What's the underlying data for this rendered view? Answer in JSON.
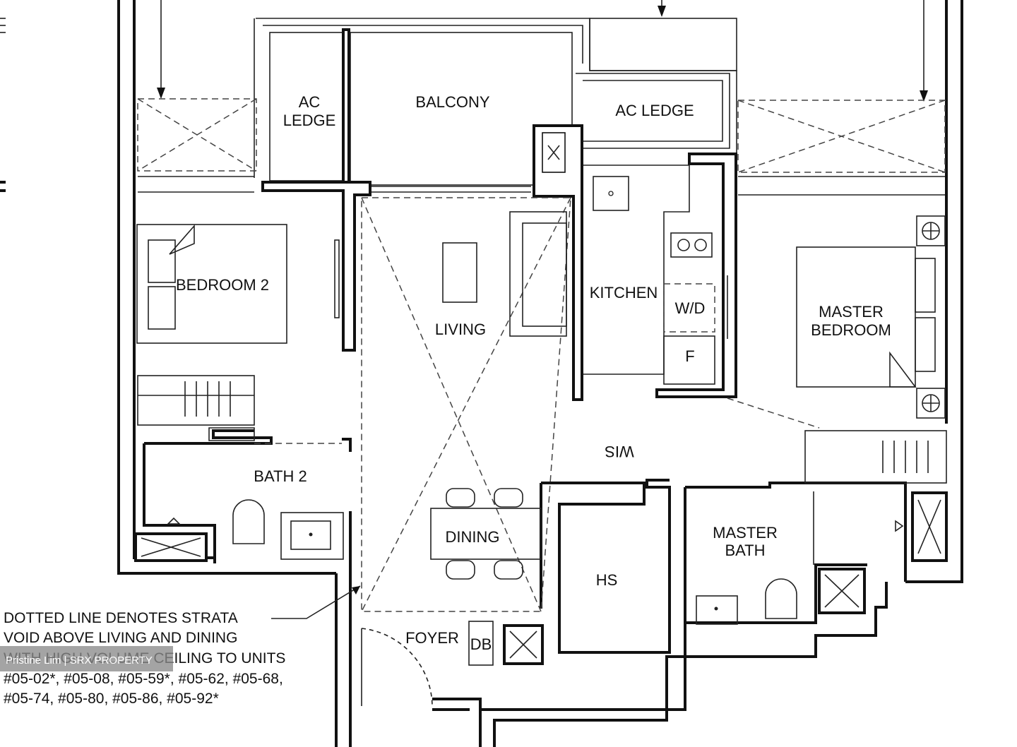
{
  "rooms": {
    "ac_ledge_left_line1": "AC",
    "ac_ledge_left_line2": "LEDGE",
    "balcony": "BALCONY",
    "ac_ledge_right": "AC LEDGE",
    "bedroom_2": "BEDROOM 2",
    "living": "LIVING",
    "kitchen": "KITCHEN",
    "wd": "W/D",
    "fridge": "F",
    "master_bedroom_line1": "MASTER",
    "master_bedroom_line2": "BEDROOM",
    "wis": "WIS",
    "bath_2": "BATH 2",
    "dining": "DINING",
    "hs": "HS",
    "master_bath_line1": "MASTER",
    "master_bath_line2": "BATH",
    "foyer": "FOYER",
    "db": "DB"
  },
  "note": {
    "line1": "DOTTED LINE DENOTES STRATA",
    "line2": "VOID ABOVE LIVING AND DINING",
    "line3": "WITH HIGH VOLUME CEILING TO UNITS",
    "line4": "#05-02*, #05-08, #05-59*, #05-62, #05-68,",
    "line5": "#05-74, #05-80, #05-86, #05-92*"
  },
  "watermark": "Pristine Lim | SRX PROPERTY",
  "colors": {
    "ink": "#111111",
    "paper": "#ffffff",
    "watermark_bg": "#8a8a8a"
  }
}
